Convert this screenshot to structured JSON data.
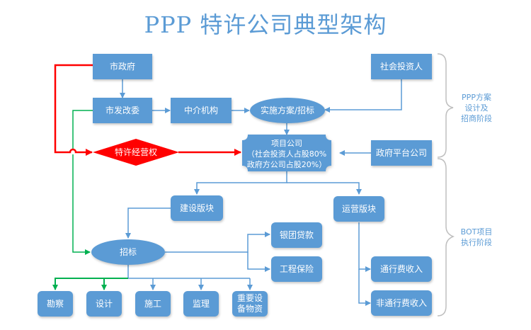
{
  "title": "PPP 特许公司典型架构",
  "colors": {
    "node_fill": "#5B9BD5",
    "connector_blue": "#5B9BD5",
    "connector_red": "#FF0000",
    "connector_green": "#00B050",
    "brace": "#BFBFBF",
    "text_light": "#FFFFFF"
  },
  "nodes": {
    "city_government": "市政府",
    "development_reform_commission": "市发改委",
    "intermediary_agency": "中介机构",
    "implementation_plan_tender": "实施方案/招标",
    "social_investor": "社会投资人",
    "franchise_right": "特许经营权",
    "project_company": {
      "line1": "项目公司",
      "line2": "（社会投资人占股80%",
      "line3": "政府方公司占股20%）"
    },
    "government_platform_company": "政府平台公司",
    "construction_segment": "建设版块",
    "operation_segment": "运营版块",
    "tender": "招标",
    "bank_syndicate_loan": "银团贷款",
    "engineering_insurance": "工程保险",
    "toll_revenue": "通行费收入",
    "non_toll_revenue": "非通行费收入",
    "survey": "勘察",
    "design": "设计",
    "construction": "施工",
    "supervision": "监理",
    "key_equipment_materials": {
      "line1": "重要设",
      "line2": "备物资"
    }
  },
  "phases": {
    "phase1": {
      "line1": "PPP方案",
      "line2": "设计及",
      "line3": "招商阶段"
    },
    "phase2": {
      "line1": "BOT项目",
      "line2": "执行阶段"
    }
  }
}
